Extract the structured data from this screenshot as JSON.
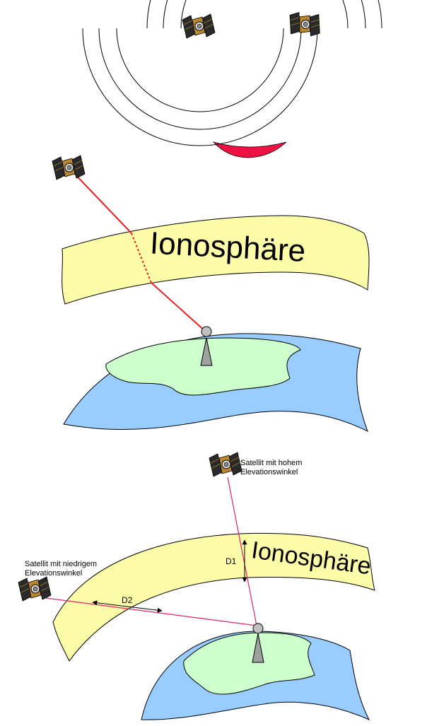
{
  "panel2": {
    "layer_label": "Ionosphäre"
  },
  "panel3": {
    "layer_label": "Ionosphäre",
    "sat_high_label_line1": "Satellit mit hohem",
    "sat_high_label_line2": "Elevationswinkel",
    "sat_low_label_line1": "Satellit mit niedrigem",
    "sat_low_label_line2": "Elevationswinkel",
    "dim_high": "D1",
    "dim_low": "D2"
  },
  "colors": {
    "ionosphere_fill": "#fdfca8",
    "ocean": "#99ccff",
    "land": "#ccffcc",
    "intersection": "#ee1144",
    "signal": "#e52222",
    "antenna": "#a0a0a0",
    "satellite_body": "#b8872f",
    "satellite_panel": "#2a2a2a"
  }
}
